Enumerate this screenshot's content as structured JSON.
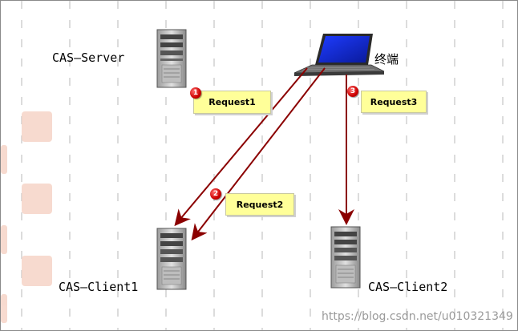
{
  "nodes": {
    "server": {
      "label": "CAS—Server"
    },
    "terminal": {
      "label": "终端"
    },
    "client1": {
      "label": "CAS—Client1"
    },
    "client2": {
      "label": "CAS—Client2"
    }
  },
  "requests": [
    {
      "number": "1",
      "label": "Request1"
    },
    {
      "number": "2",
      "label": "Request2"
    },
    {
      "number": "3",
      "label": "Request3"
    }
  ],
  "watermark": "https://blog.csdn.net/u010321349",
  "colors": {
    "arrow": "#8b0000",
    "request_box": "#ffff99",
    "badge": "#cc0000",
    "guide_lines": "#d8d8d8"
  }
}
